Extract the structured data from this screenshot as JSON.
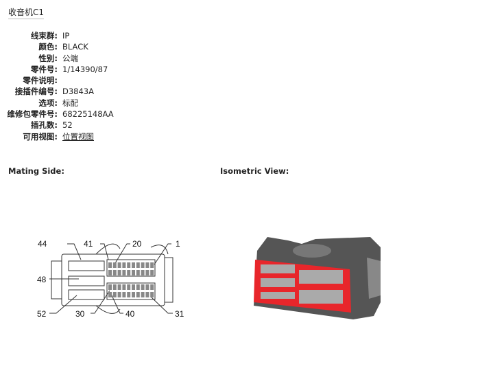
{
  "title": "收音机C1",
  "properties": [
    {
      "label": "线束群:",
      "value": "IP"
    },
    {
      "label": "颜色:",
      "value": "BLACK"
    },
    {
      "label": "性别:",
      "value": "公端"
    },
    {
      "label": "零件号:",
      "value": "1/14390/87"
    },
    {
      "label": "零件说明:",
      "value": ""
    },
    {
      "label": "接插件编号:",
      "value": "D3843A"
    },
    {
      "label": "选项:",
      "value": "标配"
    },
    {
      "label": "维修包零件号:",
      "value": "68225148AA"
    },
    {
      "label": "插孔数:",
      "value": "52"
    },
    {
      "label": "可用视图:",
      "value": "位置视图"
    }
  ],
  "mating_heading": "Mating Side:",
  "isometric_heading": "Isometric View:",
  "pin_labels": {
    "p44": "44",
    "p41": "41",
    "p20": "20",
    "p1": "1",
    "p48": "48",
    "p52": "52",
    "p30": "30",
    "p40": "40",
    "p31": "31"
  },
  "colors": {
    "seal": "#e8262b",
    "body": "#555555"
  }
}
